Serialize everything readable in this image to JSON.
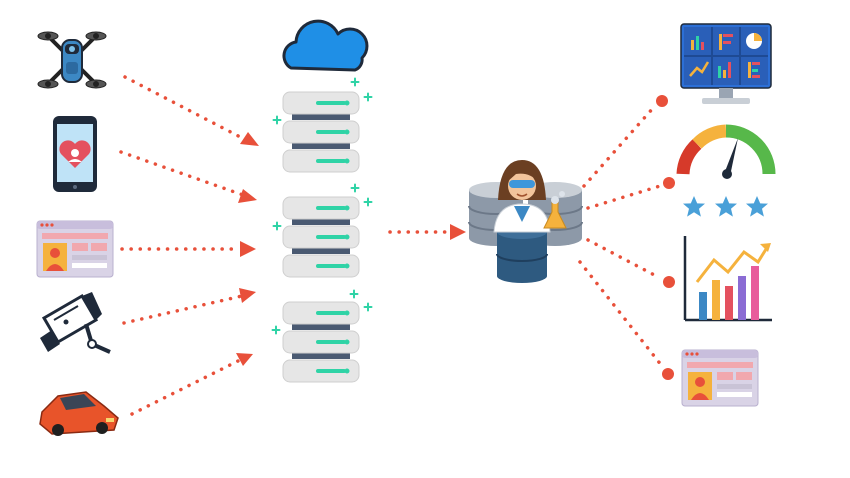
{
  "diagram": {
    "title": "",
    "sources": [
      {
        "name": "drone",
        "icon": "drone-icon"
      },
      {
        "name": "smartphone",
        "icon": "smartphone-heart-icon"
      },
      {
        "name": "web-page",
        "icon": "web-page-icon"
      },
      {
        "name": "security-camera",
        "icon": "security-camera-icon"
      },
      {
        "name": "car",
        "icon": "car-icon"
      }
    ],
    "storage": [
      {
        "name": "cloud",
        "icon": "cloud-icon"
      },
      {
        "name": "server-stack-1",
        "icon": "server-icon"
      },
      {
        "name": "server-stack-2",
        "icon": "server-icon"
      },
      {
        "name": "server-stack-3",
        "icon": "server-icon"
      }
    ],
    "processor": {
      "name": "data-scientist",
      "icon": "data-scientist-database-icon"
    },
    "outputs": [
      {
        "name": "dashboard-monitor",
        "icon": "dashboard-monitor-icon"
      },
      {
        "name": "rating-gauge",
        "icon": "gauge-stars-icon"
      },
      {
        "name": "growth-chart",
        "icon": "bar-growth-chart-icon"
      },
      {
        "name": "web-page-output",
        "icon": "web-page-icon"
      }
    ]
  },
  "colors": {
    "arrow": "#e8503a",
    "teal": "#2fd3a6",
    "server_light": "#e5e5e5",
    "server_dark": "#4a5a72",
    "cloud": "#1f8fe6",
    "car": "#e8542a",
    "star": "#4aa0d8",
    "monitor": "#2c6fd6"
  }
}
